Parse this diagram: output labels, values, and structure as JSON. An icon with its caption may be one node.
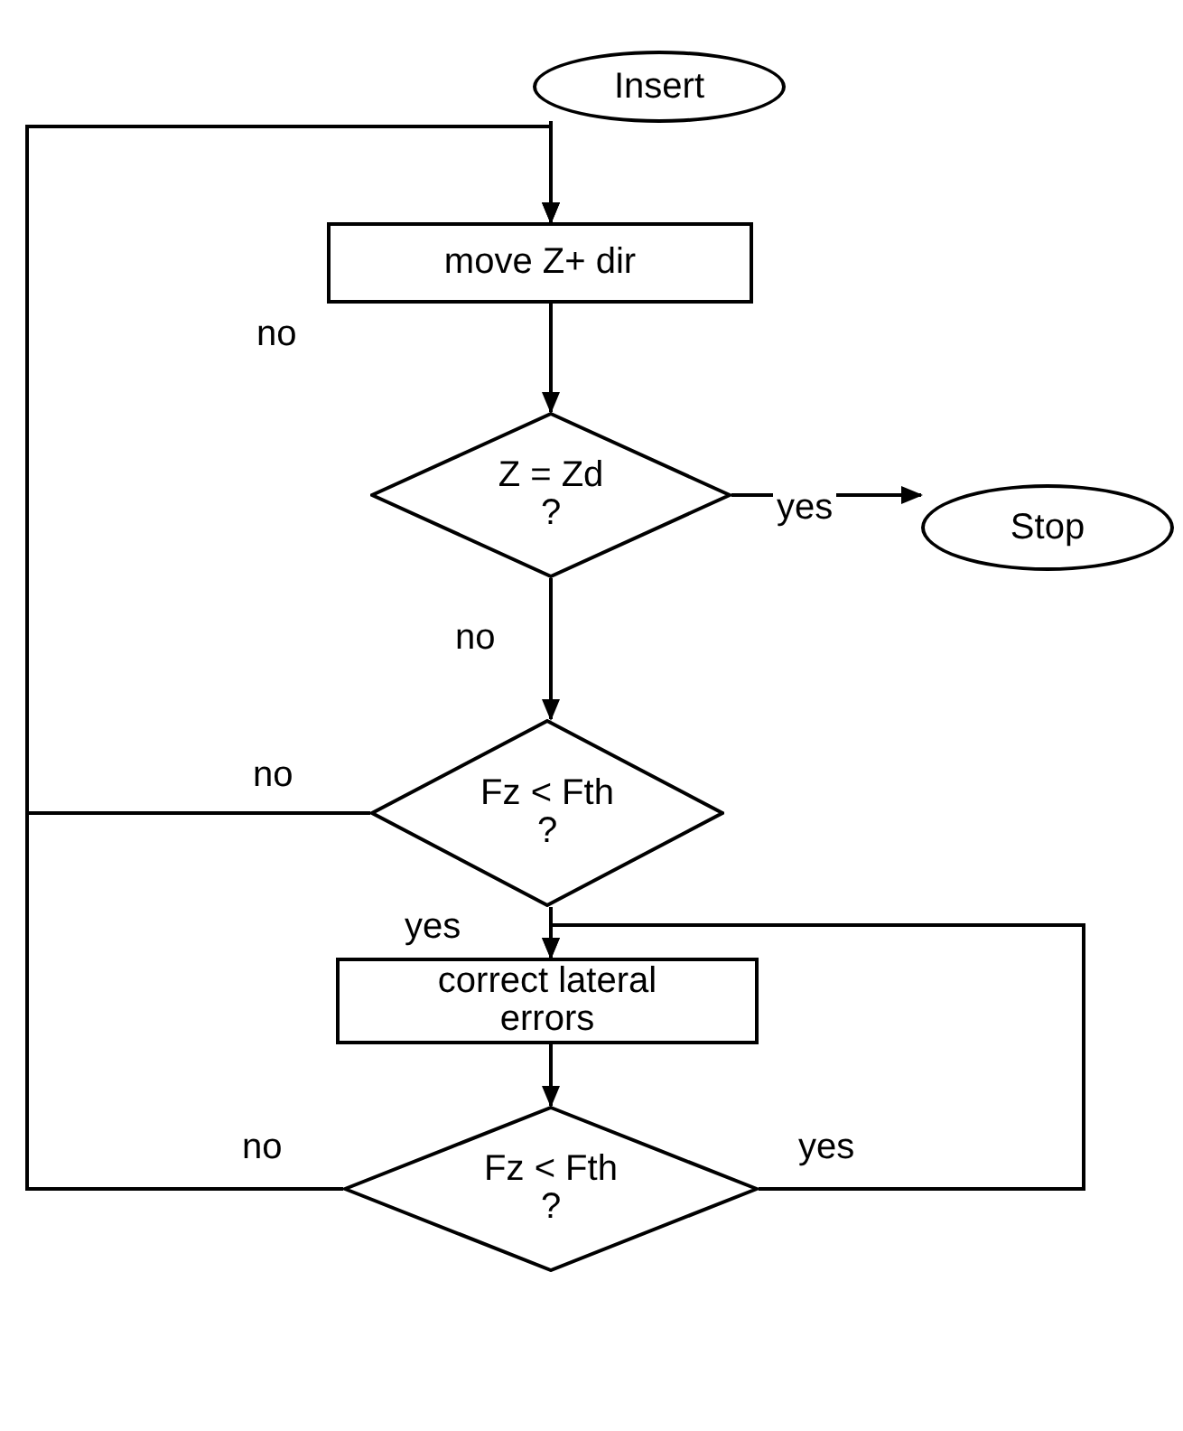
{
  "diagram": {
    "nodes": [
      {
        "text": [
          "Insert"
        ]
      },
      {
        "text": [
          "move  Z+ dir"
        ]
      },
      {
        "text": [
          "Z = Zd",
          "?"
        ]
      },
      {
        "text": [
          "Stop"
        ]
      },
      {
        "text": [
          "Fz < Fth",
          "?"
        ]
      },
      {
        "text": [
          "correct  lateral errors"
        ]
      },
      {
        "text": [
          "Fz < Fth",
          "?"
        ]
      }
    ],
    "edges": [
      {
        "from": 0,
        "to": 1,
        "arrow": "to"
      },
      {
        "from": 1,
        "to": 2,
        "arrow": "to"
      },
      {
        "from": 2,
        "to": 3,
        "arrow": "to",
        "label": "yes"
      },
      {
        "from": 2,
        "to": 4,
        "arrow": "to",
        "label": "no"
      },
      {
        "from": 4,
        "to": 1,
        "arrow": "to",
        "label": "no"
      },
      {
        "from": 4,
        "to": 5,
        "arrow": "to",
        "label": "yes"
      },
      {
        "from": 5,
        "to": 6,
        "arrow": "to"
      },
      {
        "from": 6,
        "to": 5,
        "arrow": "to",
        "label": "yes"
      },
      {
        "from": 6,
        "to": 1,
        "arrow": "to",
        "label": "no"
      }
    ],
    "labels": [
      "no"
    ]
  }
}
